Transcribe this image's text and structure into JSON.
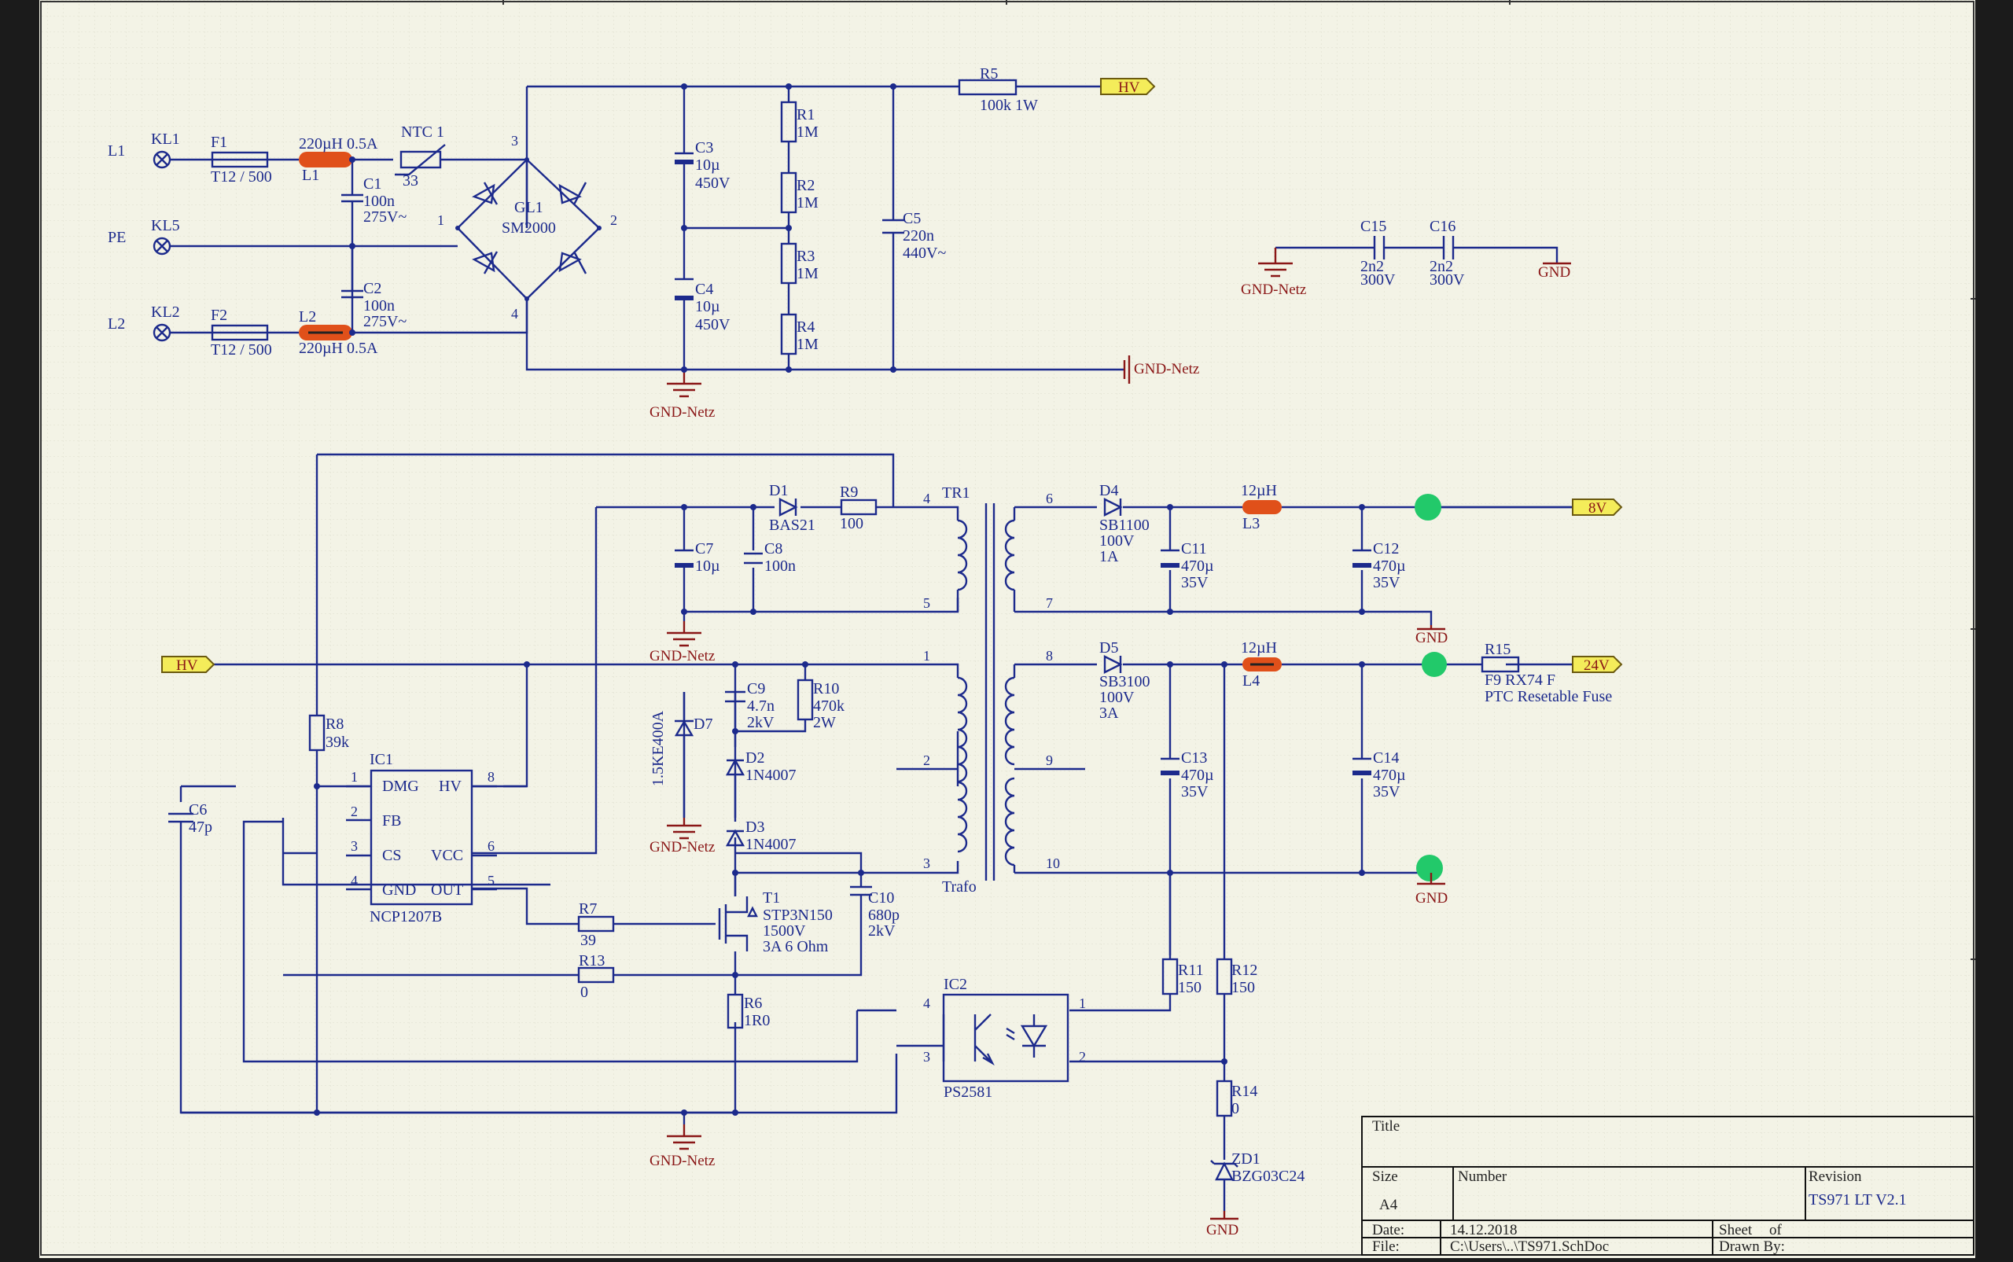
{
  "components": {
    "L1_in": "L1",
    "PE": "PE",
    "L2_in": "L2",
    "KL1": "KL1",
    "KL5": "KL5",
    "KL2": "KL2",
    "F1": "F1",
    "F1_val": "T12 / 500",
    "F2": "F2",
    "F2_val": "T12 / 500",
    "L1_val": "220µH 0.5A",
    "L1": "L1",
    "L2": "L2",
    "L2_val": "220µH 0.5A",
    "NTC": "NTC 1",
    "NTC_val": "33",
    "C1": "C1",
    "C1_v1": "100n",
    "C1_v2": "275V~",
    "C2": "C2",
    "C2_v1": "100n",
    "C2_v2": "275V~",
    "GL1": "GL1",
    "GL1_val": "SM2000",
    "C3": "C3",
    "C3_v1": "10µ",
    "C3_v2": "450V",
    "C4": "C4",
    "C4_v1": "10µ",
    "C4_v2": "450V",
    "R1": "R1",
    "R1_val": "1M",
    "R2": "R2",
    "R2_val": "1M",
    "R3": "R3",
    "R3_val": "1M",
    "R4": "R4",
    "R4_val": "1M",
    "C5": "C5",
    "C5_v1": "220n",
    "C5_v2": "440V~",
    "R5": "R5",
    "R5_val": "100k 1W",
    "C15": "C15",
    "C15_v1": "2n2",
    "C15_v2": "300V",
    "C16": "C16",
    "C16_v1": "2n2",
    "C16_v2": "300V",
    "D1": "D1",
    "D1_val": "BAS21",
    "R9": "R9",
    "R9_val": "100",
    "C7": "C7",
    "C7_val": "10µ",
    "C8": "C8",
    "C8_val": "100n",
    "TR1": "TR1",
    "Trafo": "Trafo",
    "D4": "D4",
    "D4_v1": "SB1100",
    "D4_v2": "100V",
    "D4_v3": "1A",
    "L3_val": "12µH",
    "L3": "L3",
    "C11": "C11",
    "C11_v1": "470µ",
    "C11_v2": "35V",
    "C12": "C12",
    "C12_v1": "470µ",
    "C12_v2": "35V",
    "D5": "D5",
    "D5_v1": "SB3100",
    "D5_v2": "100V",
    "D5_v3": "3A",
    "L4_val": "12µH",
    "L4": "L4",
    "R15": "R15",
    "R15_v1": "F9 RX74 F",
    "R15_v2": "PTC Resetable Fuse",
    "C13": "C13",
    "C13_v1": "470µ",
    "C13_v2": "35V",
    "C14": "C14",
    "C14_v1": "470µ",
    "C14_v2": "35V",
    "C9": "C9",
    "C9_v1": "4.7n",
    "C9_v2": "2kV",
    "R10": "R10",
    "R10_v1": "470k",
    "R10_v2": "2W",
    "D7": "D7",
    "D7_val": "1.5KE400A",
    "D2": "D2",
    "D2_val": "1N4007",
    "D3": "D3",
    "D3_val": "1N4007",
    "R8": "R8",
    "R8_val": "39k",
    "C6": "C6",
    "C6_val": "47p",
    "IC1": "IC1",
    "IC1_val": "NCP1207B",
    "IC1_DMG": "DMG",
    "IC1_HV": "HV",
    "IC1_FB": "FB",
    "IC1_CS": "CS",
    "IC1_VCC": "VCC",
    "IC1_GND": "GND",
    "IC1_OUT": "OUT",
    "R7": "R7",
    "R7_val": "39",
    "R13": "R13",
    "R13_val": "0",
    "T1": "T1",
    "T1_v1": "STP3N150",
    "T1_v2": "1500V",
    "T1_v3": "3A 6 Ohm",
    "C10": "C10",
    "C10_v1": "680p",
    "C10_v2": "2kV",
    "R6": "R6",
    "R6_val": "1R0",
    "IC2": "IC2",
    "IC2_val": "PS2581",
    "R11": "R11",
    "R11_val": "150",
    "R12": "R12",
    "R12_val": "150",
    "R14": "R14",
    "R14_val": "0",
    "ZD1": "ZD1",
    "ZD1_val": "BZG03C24"
  },
  "nets": {
    "HV": "HV",
    "V8": "8V",
    "V24": "24V",
    "GND": "GND",
    "GND_Netz": "GND-Netz"
  },
  "pins": [
    "1",
    "2",
    "3",
    "4",
    "5",
    "6",
    "7",
    "8",
    "9",
    "10"
  ],
  "title_block": {
    "title_label": "Title",
    "size_label": "Size",
    "size_value": "A4",
    "number_label": "Number",
    "revision_label": "Revision",
    "revision_value": "TS971 LT V2.1",
    "date_label": "Date:",
    "date_value": "14.12.2018",
    "file_label": "File:",
    "file_value": "C:\\Users\\..\\TS971.SchDoc",
    "sheet_label": "Sheet",
    "sheet_of": "of",
    "drawn_label": "Drawn By:"
  },
  "colors": {
    "wire": "#1c2a8c",
    "ground": "#8a1616",
    "port": "#f4ec5a",
    "inductor_marker": "#e0501a",
    "test_point": "#22c96a",
    "sheet": "#f3f3e6"
  }
}
